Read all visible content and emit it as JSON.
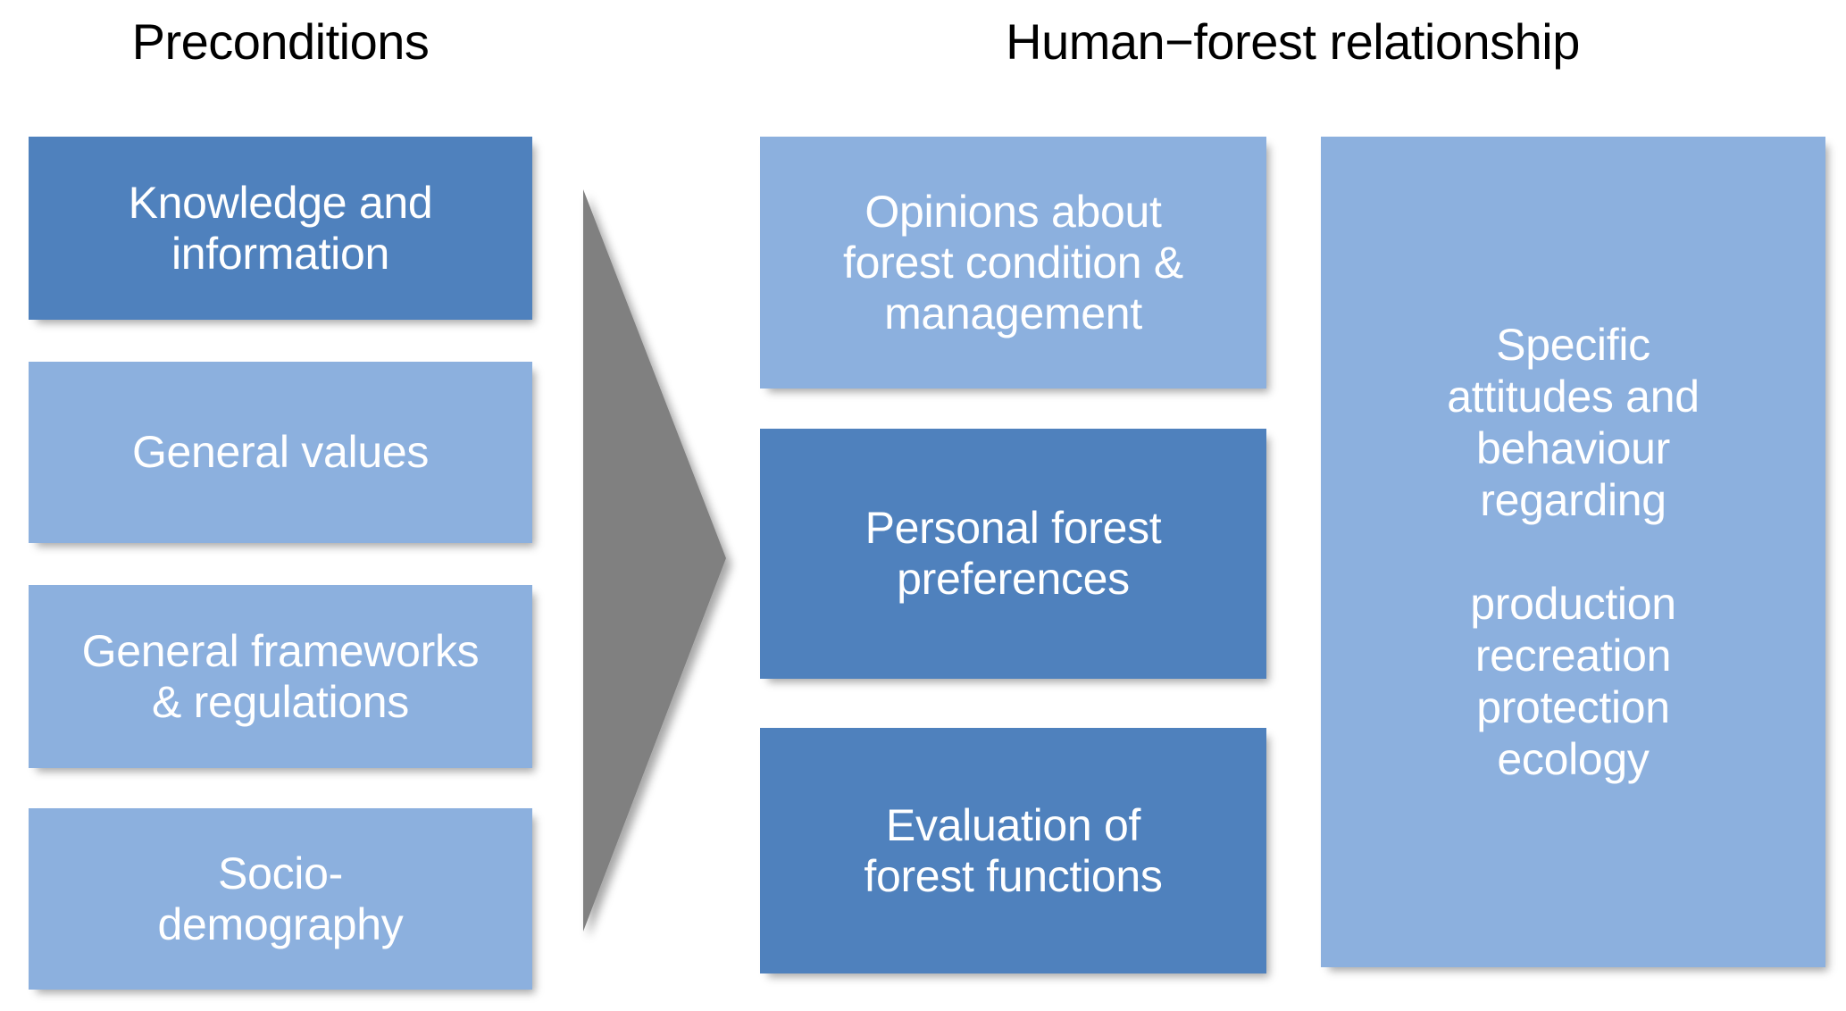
{
  "headings": {
    "left": "Preconditions",
    "right": "Human−forest relationship"
  },
  "colors": {
    "accent_dark_blue": "#4F81BD",
    "accent_light_blue": "#8CB0DE",
    "arrow_gray": "#808080",
    "text_on_box": "#FFFFFF",
    "heading_text": "#000000",
    "background": "#FFFFFF"
  },
  "preconditions": {
    "boxes": [
      {
        "label": "Knowledge and\ninformation",
        "shade": "dark"
      },
      {
        "label": "General values",
        "shade": "light"
      },
      {
        "label": "General frameworks\n& regulations",
        "shade": "light"
      },
      {
        "label": "Socio-\ndemography",
        "shade": "light"
      }
    ]
  },
  "human_forest_relationship": {
    "middle_boxes": [
      {
        "label": "Opinions about\nforest condition &\nmanagement",
        "shade": "light"
      },
      {
        "label": "Personal forest\npreferences",
        "shade": "dark"
      },
      {
        "label": "Evaluation of\nforest functions",
        "shade": "dark"
      }
    ],
    "outcome_box": {
      "label": "Specific\nattitudes and\nbehaviour\nregarding\n\nproduction\nrecreation\nprotection\necology",
      "shade": "light"
    }
  },
  "arrow": {
    "name": "right-arrow-icon",
    "direction": "right",
    "color": "#808080"
  }
}
